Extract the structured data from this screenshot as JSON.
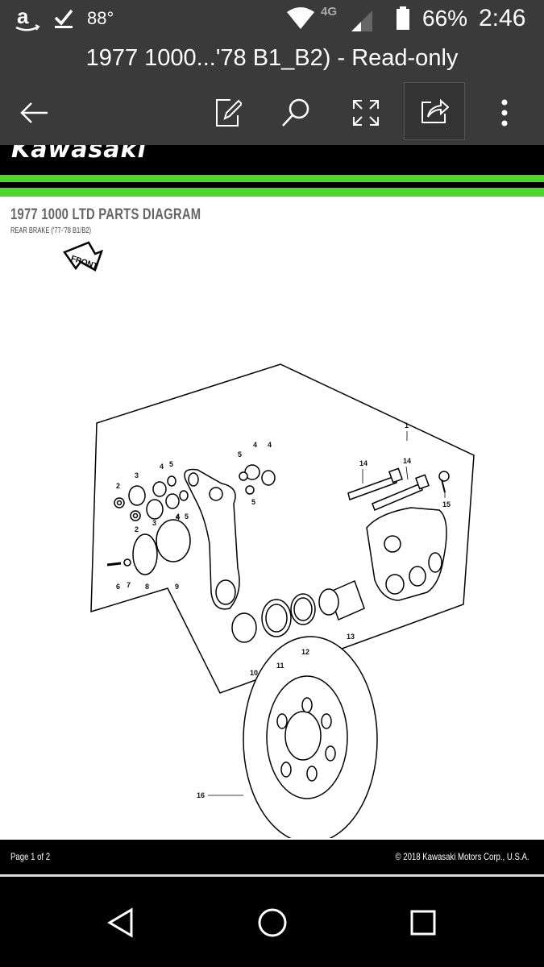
{
  "status_bar": {
    "temperature": "88°",
    "network": "4G",
    "battery": "66%",
    "time": "2:46",
    "icons": [
      "amazon-icon",
      "check-icon",
      "wifi-icon",
      "signal-icon",
      "battery-icon"
    ]
  },
  "title_bar": {
    "title": "1977 1000...'78 B1_B2) - Read-only"
  },
  "toolbar": {
    "buttons": [
      "back-arrow-icon",
      "edit-icon",
      "search-icon",
      "fullscreen-icon",
      "share-icon",
      "more-vert-icon"
    ]
  },
  "document": {
    "brand": "Kawasaki",
    "title": "1977 1000 LTD PARTS DIAGRAM",
    "subtitle": "REAR BRAKE ('77-'78 B1/B2)",
    "front_label": "FRONT",
    "callouts": [
      "1",
      "2",
      "3",
      "4",
      "5",
      "4",
      "5",
      "5",
      "4",
      "4",
      "2",
      "3",
      "4",
      "5",
      "14",
      "14",
      "15",
      "6",
      "7",
      "8",
      "9",
      "10",
      "11",
      "12",
      "13",
      "16"
    ],
    "page_indicator": "Page 1 of 2",
    "copyright": "© 2018 Kawasaki Motors Corp., U.S.A."
  },
  "colors": {
    "toolbar_bg": "#3a3a3a",
    "brand_green": "#4cd62e",
    "page_bg": "#ffffff"
  },
  "nav_bar": {
    "buttons": [
      "back-triangle-icon",
      "home-circle-icon",
      "recents-square-icon"
    ]
  }
}
